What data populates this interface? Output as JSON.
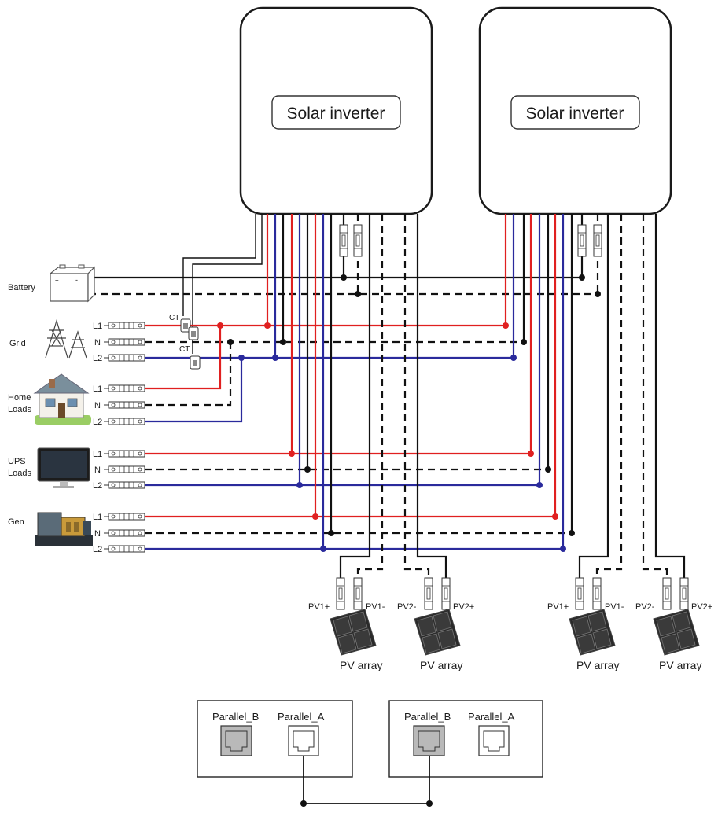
{
  "inverters": [
    {
      "label": "Solar inverter"
    },
    {
      "label": "Solar inverter"
    }
  ],
  "sources": {
    "battery": "Battery",
    "grid": "Grid",
    "home_loads": [
      "Home",
      "Loads"
    ],
    "ups_loads": [
      "UPS",
      "Loads"
    ],
    "gen": "Gen"
  },
  "terminals": {
    "l1": "L1",
    "n": "N",
    "l2": "L2"
  },
  "ct_label": "CT",
  "pv": {
    "pv1_plus": "PV1+",
    "pv1_minus": "PV1-",
    "pv2_minus": "PV2-",
    "pv2_plus": "PV2+",
    "array_label": "PV array"
  },
  "parallel": {
    "b": "Parallel_B",
    "a": "Parallel_A"
  },
  "colors": {
    "l1_wire": "#e02020",
    "l2_wire": "#2a2a9c",
    "neutral_wire": "#111111",
    "frame": "#222222",
    "port_fill": "#b9b9b9"
  }
}
